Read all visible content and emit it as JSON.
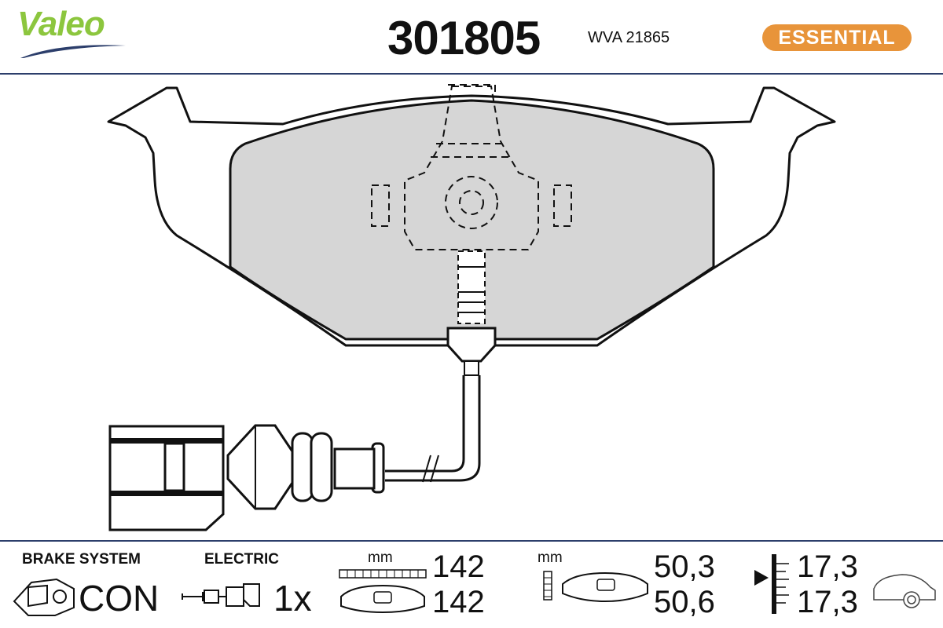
{
  "header": {
    "brand": "Valeo",
    "part_number": "301805",
    "wva": "WVA 21865",
    "badge": "ESSENTIAL",
    "brand_color": "#8cc63e",
    "badge_color": "#e8943a",
    "rule_color": "#2c3e6b"
  },
  "footer": {
    "brake_system": {
      "label": "BRAKE SYSTEM",
      "value": "CON",
      "icon": "caliper-icon"
    },
    "electric": {
      "label": "ELECTRIC",
      "value": "1x",
      "icon": "wear-sensor-icon"
    },
    "width": {
      "unit": "mm",
      "values": [
        "142",
        "142"
      ],
      "icon": "pad-width-ruler-icon"
    },
    "height": {
      "unit": "mm",
      "values": [
        "50,3",
        "50,6"
      ],
      "icon": "pad-height-ruler-icon"
    },
    "thickness": {
      "values": [
        "17,3",
        "17,3"
      ],
      "icon": "thickness-gauge-icon"
    },
    "axle": {
      "icon": "car-front-axle-icon"
    }
  },
  "drawing": {
    "icon": "brake-pad-drawing"
  }
}
